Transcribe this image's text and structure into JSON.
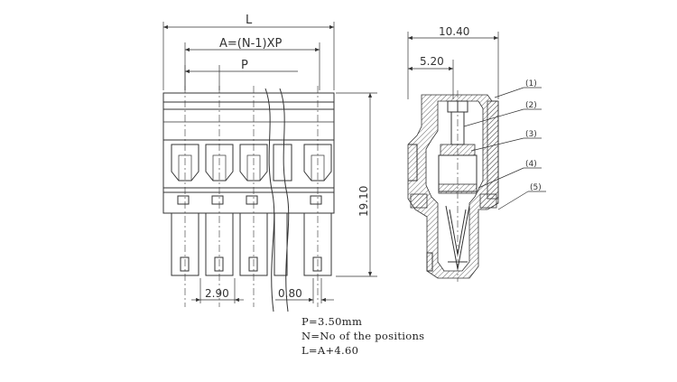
{
  "front_view": {
    "dim_L": "L",
    "dim_A": "A=(N-1)XP",
    "dim_P": "P",
    "dim_height": "19.10",
    "dim_pin_pitch_small": "2.90",
    "dim_pin_width": "0.80"
  },
  "side_view": {
    "dim_width": "10.40",
    "dim_half": "5.20",
    "callouts": [
      "(1)",
      "(2)",
      "(3)",
      "(4)",
      "(5)"
    ]
  },
  "notes": {
    "line1": "P=3.50mm",
    "line2": "N=No of the positions",
    "line3": "L=A+4.60"
  }
}
